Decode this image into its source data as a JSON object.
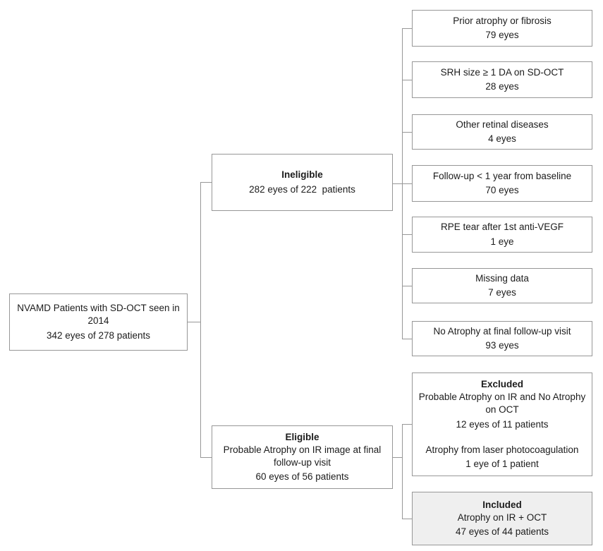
{
  "root": {
    "label": "NVAMD Patients with SD-OCT seen in 2014",
    "count": "342 eyes of 278 patients"
  },
  "ineligible": {
    "title": "Ineligible",
    "count": "282 eyes of 222  patients"
  },
  "eligible": {
    "title": "Eligible",
    "subtitle": "Probable Atrophy on IR image at final follow-up visit",
    "count": "60 eyes of 56 patients"
  },
  "ineligible_reasons": [
    {
      "label": "Prior atrophy or fibrosis",
      "count": "79 eyes"
    },
    {
      "label": "SRH size ≥ 1 DA on SD-OCT",
      "count": "28 eyes"
    },
    {
      "label": "Other retinal diseases",
      "count": "4 eyes"
    },
    {
      "label": "Follow-up < 1 year from baseline",
      "count": "70 eyes"
    },
    {
      "label": "RPE tear after 1st anti-VEGF",
      "count": "1 eye"
    },
    {
      "label": "Missing data",
      "count": "7 eyes"
    },
    {
      "label": "No Atrophy at final follow-up visit",
      "count": "93 eyes"
    }
  ],
  "excluded": {
    "title": "Excluded",
    "items": [
      {
        "label": "Probable Atrophy on IR and No Atrophy on OCT",
        "count": "12 eyes of 11 patients"
      },
      {
        "label": "Atrophy from laser photocoagulation",
        "count": "1 eye of 1 patient"
      }
    ]
  },
  "included": {
    "title": "Included",
    "subtitle": "Atrophy on IR + OCT",
    "count": "47 eyes of 44 patients"
  },
  "colors": {
    "border": "#979797",
    "line": "#979797",
    "text": "#1c1c1c",
    "included_fill": "#efefef",
    "background": "#ffffff"
  }
}
